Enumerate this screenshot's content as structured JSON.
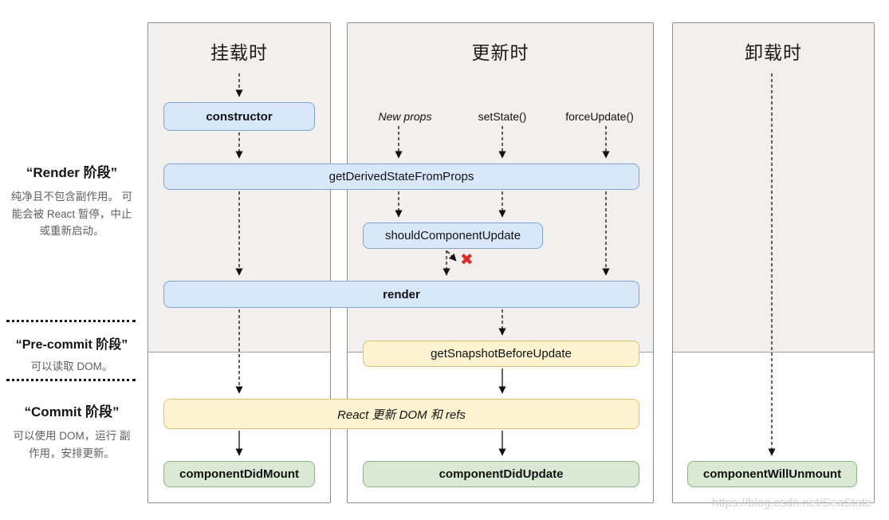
{
  "sidebar": {
    "phases": [
      {
        "title": "“Render 阶段”",
        "description": "纯净且不包含副作用。 可能会被 React 暂停，中止或重新启动。"
      },
      {
        "title": "“Pre-commit 阶段”",
        "description": "可以读取 DOM。"
      },
      {
        "title": "“Commit 阶段”",
        "description": "可以使用 DOM，运行 副作用，安排更新。"
      }
    ]
  },
  "columns": [
    {
      "title": "挂载时"
    },
    {
      "title": "更新时"
    },
    {
      "title": "卸载时"
    }
  ],
  "triggers": {
    "new_props": "New props",
    "set_state": "setState()",
    "force_update": "forceUpdate()"
  },
  "methods": {
    "ctor": "constructor",
    "gdsfp": "getDerivedStateFromProps",
    "scu": "shouldComponentUpdate",
    "render": "render",
    "gsbu": "getSnapshotBeforeUpdate",
    "react_dom": "React 更新 DOM 和 refs",
    "cdm": "componentDidMount",
    "cdu": "componentDidUpdate",
    "cwu": "componentWillUnmount"
  },
  "icons": {
    "reject_icon": "✖"
  },
  "colors": {
    "box_blue": "#d9e7fb",
    "box_blue_border": "#7ea3d7",
    "box_yellow": "#fdf3cf",
    "box_yellow_border": "#dcc36e",
    "box_green": "#d9e9d4",
    "box_green_border": "#8fb287",
    "phase_bg": "#f1f0ef",
    "reject": "#dd2b2b"
  },
  "watermark": {
    "text": "https://blog.csdn.net/SeaState"
  }
}
